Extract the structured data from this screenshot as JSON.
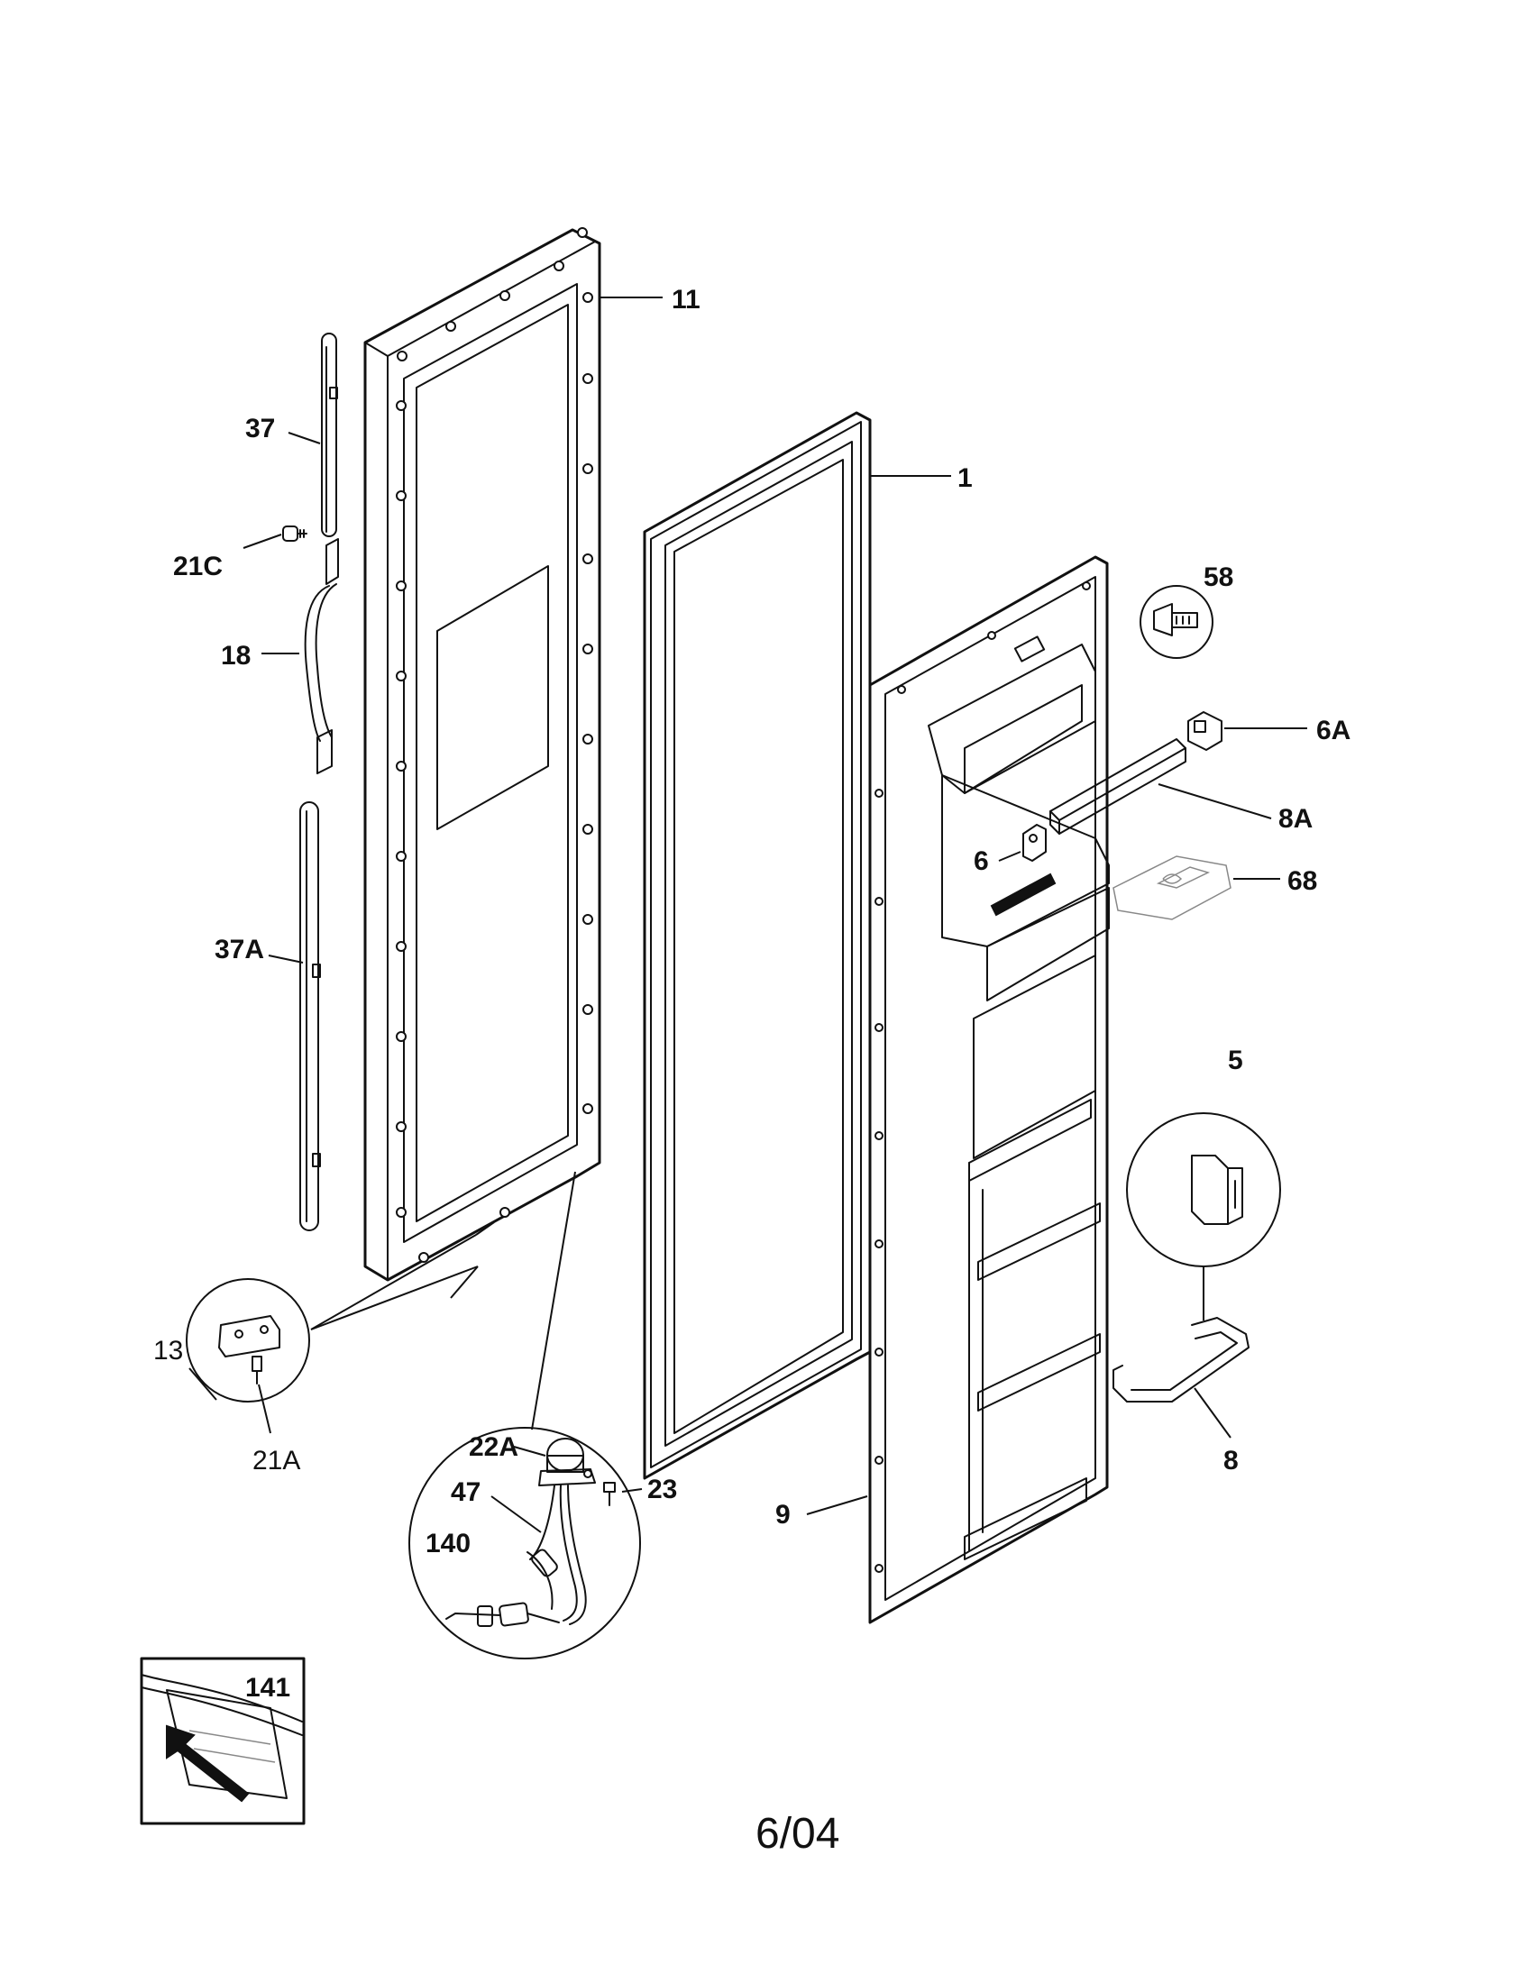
{
  "callouts": {
    "c11": "11",
    "c1": "1",
    "c58": "58",
    "c6a": "6A",
    "c8a": "8A",
    "c6": "6",
    "c68": "68",
    "c37": "37",
    "c21c": "21C",
    "c18": "18",
    "c37a": "37A",
    "c5": "5",
    "c13": "13",
    "c21a": "21A",
    "c22a": "22A",
    "c23": "23",
    "c47": "47",
    "c140": "140",
    "c9": "9",
    "c8": "8",
    "c141": "141"
  },
  "footer": {
    "date_code": "6/04"
  }
}
